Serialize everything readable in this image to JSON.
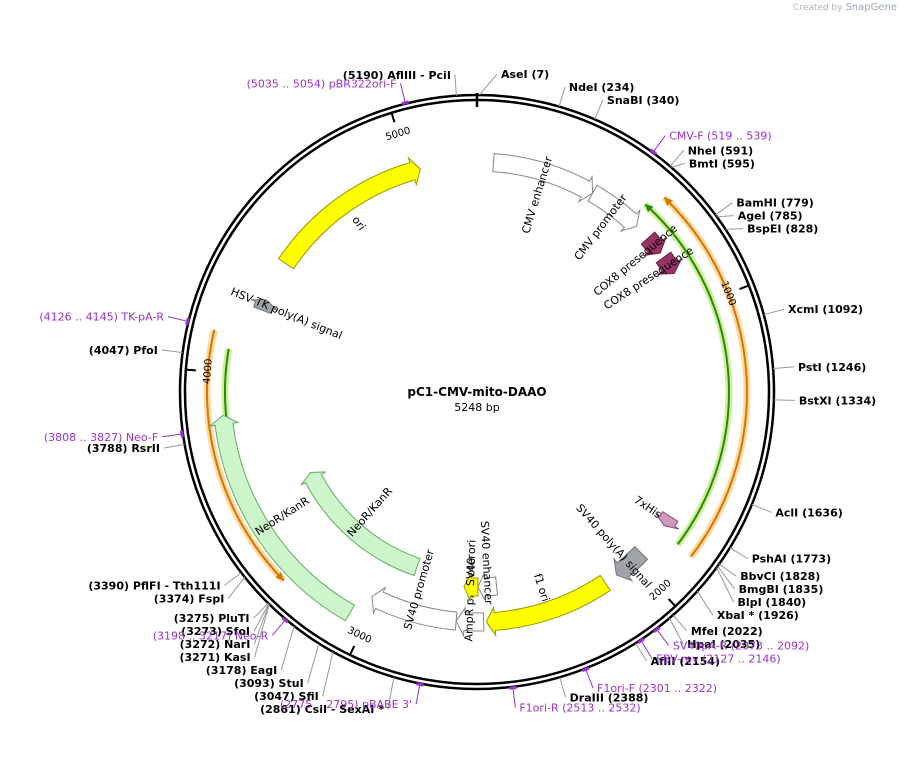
{
  "credit": {
    "prefix": "Created by",
    "brand": "SnapGene"
  },
  "plasmid": {
    "name": "pC1-CMV-mito-DAAO",
    "length_label": "5248 bp",
    "length": 5248
  },
  "ticks": [
    {
      "pos": 1000,
      "label": "1000"
    },
    {
      "pos": 2000,
      "label": "2000"
    },
    {
      "pos": 3000,
      "label": "3000"
    },
    {
      "pos": 4000,
      "label": "4000"
    },
    {
      "pos": 5000,
      "label": "5000"
    }
  ],
  "sites": [
    {
      "num": "(5190)",
      "name": "AflIII",
      "extra": "- PciI",
      "side": "L",
      "pos": 5190
    },
    {
      "name": "AseI",
      "num": "(7)",
      "side": "R",
      "pos": 7
    },
    {
      "name": "NdeI",
      "num": "(234)",
      "side": "R",
      "pos": 234
    },
    {
      "name": "SnaBI",
      "num": "(340)",
      "side": "R",
      "pos": 340
    },
    {
      "name": "NheI",
      "num": "(591)",
      "side": "R",
      "pos": 591
    },
    {
      "name": "BmtI",
      "num": "(595)",
      "side": "R",
      "pos": 595
    },
    {
      "name": "BamHI",
      "num": "(779)",
      "side": "R",
      "pos": 779
    },
    {
      "name": "AgeI",
      "num": "(785)",
      "side": "R",
      "pos": 785
    },
    {
      "name": "BspEI",
      "num": "(828)",
      "side": "R",
      "pos": 828
    },
    {
      "name": "XcmI",
      "num": "(1092)",
      "side": "R",
      "pos": 1092
    },
    {
      "name": "PstI",
      "num": "(1246)",
      "side": "R",
      "pos": 1246
    },
    {
      "name": "BstXI",
      "num": "(1334)",
      "side": "R",
      "pos": 1334
    },
    {
      "name": "AclI",
      "num": "(1636)",
      "side": "R",
      "pos": 1636
    },
    {
      "name": "PshAI",
      "num": "(1773)",
      "side": "R",
      "pos": 1773
    },
    {
      "name": "BbvCI",
      "num": "(1828)",
      "side": "R",
      "pos": 1828
    },
    {
      "name": "BmgBI",
      "num": "(1835)",
      "side": "R",
      "pos": 1835
    },
    {
      "name": "BlpI",
      "num": "(1840)",
      "side": "R",
      "pos": 1840
    },
    {
      "name": "XbaI *",
      "num": "(1926)",
      "side": "R",
      "pos": 1926
    },
    {
      "name": "MfeI",
      "num": "(2022)",
      "side": "R",
      "pos": 2022
    },
    {
      "name": "HpaI",
      "num": "(2035)",
      "side": "R",
      "pos": 2035
    },
    {
      "name": "AflII",
      "num": "(2154)",
      "side": "R",
      "pos": 2154
    },
    {
      "name": "DraIII",
      "num": "(2388)",
      "side": "R",
      "pos": 2388
    },
    {
      "num": "(2861)",
      "name": "CsiI",
      "extra": "- SexAI *",
      "side": "L",
      "pos": 2861
    },
    {
      "num": "(3047)",
      "name": "SfiI",
      "side": "L",
      "pos": 3047
    },
    {
      "num": "(3093)",
      "name": "StuI",
      "side": "L",
      "pos": 3093
    },
    {
      "num": "(3178)",
      "name": "EagI",
      "side": "L",
      "pos": 3178
    },
    {
      "num": "(3271)",
      "name": "KasI",
      "side": "L",
      "pos": 3271
    },
    {
      "num": "(3272)",
      "name": "NarI",
      "side": "L",
      "pos": 3272
    },
    {
      "num": "(3273)",
      "name": "SfoI",
      "side": "L",
      "pos": 3273
    },
    {
      "num": "(3275)",
      "name": "PluTI",
      "side": "L",
      "pos": 3275
    },
    {
      "num": "(3374)",
      "name": "FspI",
      "side": "L",
      "pos": 3374
    },
    {
      "num": "(3390)",
      "name": "PflFI",
      "extra": "- Tth111I",
      "side": "L",
      "pos": 3390
    },
    {
      "num": "(3788)",
      "name": "RsrII",
      "side": "L",
      "pos": 3788
    },
    {
      "num": "(4047)",
      "name": "PfoI",
      "side": "L",
      "pos": 4047
    }
  ],
  "primers": [
    {
      "range": "(5035 .. 5054)",
      "name": "pBR322ori-F",
      "side": "L",
      "pos": 5045
    },
    {
      "name": "CMV-F",
      "range": "(519 .. 539)",
      "side": "R",
      "pos": 529
    },
    {
      "name": "SV40pA-R",
      "range": "(2073 .. 2092)",
      "side": "R",
      "pos": 2083
    },
    {
      "name": "EBV-rev",
      "range": "(2127 .. 2146)",
      "side": "R",
      "pos": 2137
    },
    {
      "name": "F1ori-F",
      "range": "(2301 .. 2322)",
      "side": "R",
      "pos": 2312
    },
    {
      "name": "F1ori-R",
      "range": "(2513 .. 2532)",
      "side": "R",
      "pos": 2523
    },
    {
      "range": "(2775 .. 2795)",
      "name": "pBABE 3'",
      "side": "L",
      "pos": 2785
    },
    {
      "range": "(3198 .. 3217)",
      "name": "Neo-R",
      "side": "L",
      "pos": 3208
    },
    {
      "range": "(3808 .. 3827)",
      "name": "Neo-F",
      "side": "L",
      "pos": 3818
    },
    {
      "range": "(4126 .. 4145)",
      "name": "TK-pA-R",
      "side": "L",
      "pos": 4136
    }
  ],
  "features": [
    {
      "name": "CMV enhancer",
      "start": 60,
      "end": 440,
      "r": 230,
      "fill": "#ffffff",
      "stroke": "#888888"
    },
    {
      "name": "CMV promoter",
      "start": 440,
      "end": 640,
      "r": 230,
      "fill": "#ffffff",
      "stroke": "#888888"
    },
    {
      "name": "COX8 presequence",
      "start": 700,
      "end": 770,
      "r": 230,
      "fill": "#993366",
      "stroke": "#662244"
    },
    {
      "name": "COX8 presequence",
      "start": 790,
      "end": 860,
      "r": 230,
      "fill": "#993366",
      "stroke": "#662244"
    },
    {
      "name": "7xHis",
      "start": 1790,
      "end": 1830,
      "r": 230,
      "fill": "#cc99bb",
      "stroke": "#885577"
    },
    {
      "name": "SV40 poly(A) signal",
      "start": 1960,
      "end": 2080,
      "r": 230,
      "fill": "#a0a4a8",
      "stroke": "#707478"
    },
    {
      "name": "f1 ori",
      "start": 2130,
      "end": 2590,
      "r": 230,
      "fill": "#ffff00",
      "stroke": "#999900"
    },
    {
      "name": "AmpR promoter",
      "start": 2600,
      "end": 2700,
      "r": 230,
      "fill": "#ffffff",
      "stroke": "#888888"
    },
    {
      "name": "SV40 promoter",
      "start": 2700,
      "end": 3020,
      "r": 230,
      "fill": "#ffffff",
      "stroke": "#888888"
    },
    {
      "name": "SV40 enhancer",
      "start": 2540,
      "end": 2620,
      "r": 195,
      "fill": "#ffffff",
      "stroke": "#888888"
    },
    {
      "name": "SV40 ori",
      "start": 2620,
      "end": 2680,
      "r": 195,
      "fill": "#ffff00",
      "stroke": "#999900"
    },
    {
      "name": "NeoR/KanR",
      "start": 3060,
      "end": 3860,
      "r": 255,
      "fill": "#ccf5cc",
      "stroke": "#66aa66"
    },
    {
      "name": "NeoR/KanR",
      "start": 2900,
      "end": 3560,
      "r": 185,
      "fill": "#ccf5cc",
      "stroke": "#66aa66"
    },
    {
      "name": "HSV TK poly(A) signal",
      "start": 4240,
      "end": 4280,
      "r": 230,
      "fill": "#a0a4a8",
      "stroke": "#707478"
    },
    {
      "name": "ori",
      "start": 4430,
      "end": 5040,
      "r": 230,
      "fill": "#ffff00",
      "stroke": "#999900"
    }
  ],
  "orfs": [
    {
      "start": 610,
      "end": 1855,
      "r": 252,
      "color": "#2d8a00",
      "halo": "#ccf0a0"
    },
    {
      "start": 640,
      "end": 1860,
      "r": 270,
      "color": "#d07800",
      "halo": "#ffd9a0"
    },
    {
      "start": 3290,
      "end": 4130,
      "r": 270,
      "color": "#d07800",
      "halo": "#ffd9a0"
    },
    {
      "start": 3560,
      "end": 4080,
      "r": 252,
      "color": "#2d8a00",
      "halo": "#ccf0a0"
    }
  ]
}
